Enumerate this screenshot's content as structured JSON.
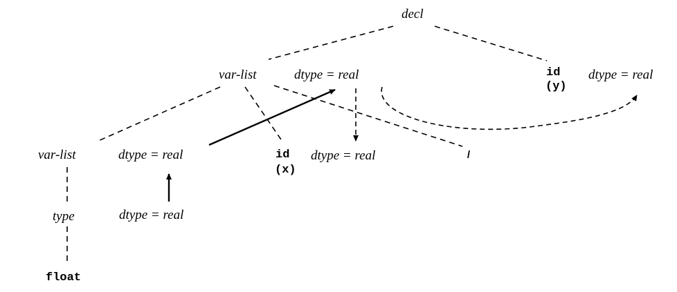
{
  "nodes": {
    "decl": "decl",
    "var_list_top": "var-list",
    "var_list_bottom": "var-list",
    "type": "type",
    "float_token": "float",
    "id_x": "id",
    "id_x_arg": "(x)",
    "id_y": "id",
    "id_y_arg": "(y)"
  },
  "attributes": {
    "var_list_top_dtype": "dtype = real",
    "var_list_bottom_dtype": "dtype = real",
    "type_dtype": "dtype = real",
    "id_x_dtype": "dtype = real",
    "id_y_dtype": "dtype = real"
  }
}
